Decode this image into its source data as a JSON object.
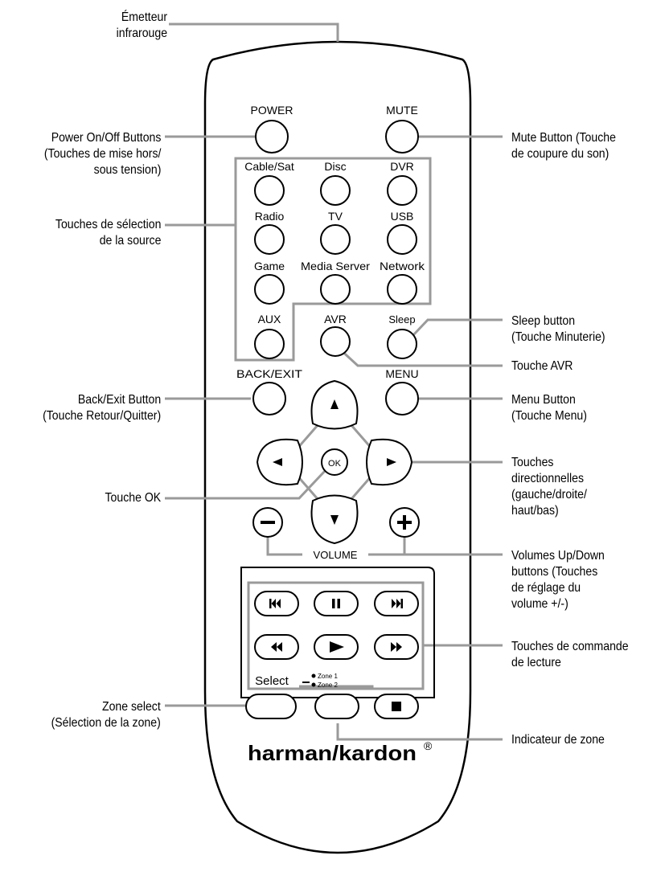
{
  "remote": {
    "buttons": {
      "power": "POWER",
      "mute": "MUTE",
      "cable_sat": "Cable/Sat",
      "disc": "Disc",
      "dvr": "DVR",
      "radio": "Radio",
      "tv": "TV",
      "usb": "USB",
      "game": "Game",
      "media_server": "Media Server",
      "network": "Network",
      "aux": "AUX",
      "avr": "AVR",
      "sleep": "Sleep",
      "back_exit": "BACK/EXIT",
      "menu": "MENU",
      "ok": "OK",
      "volume": "VOLUME",
      "select": "Select",
      "zone1": "Zone 1",
      "zone2": "Zone 2"
    },
    "brand": "harman/kardon",
    "brand_mark": "®"
  },
  "callouts": {
    "emitter": [
      "Émetteur",
      "infrarouge"
    ],
    "power": [
      "Power On/Off Buttons",
      "(Touches de mise hors/",
      "sous tension)"
    ],
    "source": [
      "Touches de sélection",
      "de la source"
    ],
    "back": [
      "Back/Exit Button",
      "(Touche Retour/Quitter)"
    ],
    "ok": [
      "Touche OK"
    ],
    "zone_select": [
      "Zone select",
      "(Sélection de la zone)"
    ],
    "mute": [
      "Mute Button (Touche",
      "de coupure du son)"
    ],
    "sleep": [
      "Sleep button",
      "(Touche Minuterie)"
    ],
    "avr": [
      "Touche AVR"
    ],
    "menu": [
      "Menu Button",
      "(Touche Menu)"
    ],
    "directional": [
      "Touches",
      "directionnelles",
      "(gauche/droite/",
      "haut/bas)"
    ],
    "volume": [
      "Volumes Up/Down",
      "buttons (Touches",
      "de réglage du",
      "volume +/-)"
    ],
    "playback": [
      "Touches de commande",
      "de lecture"
    ],
    "zone_indicator": [
      "Indicateur de zone"
    ]
  },
  "colors": {
    "outline": "#000000",
    "leader": "#9a9a9a",
    "background": "#ffffff"
  }
}
